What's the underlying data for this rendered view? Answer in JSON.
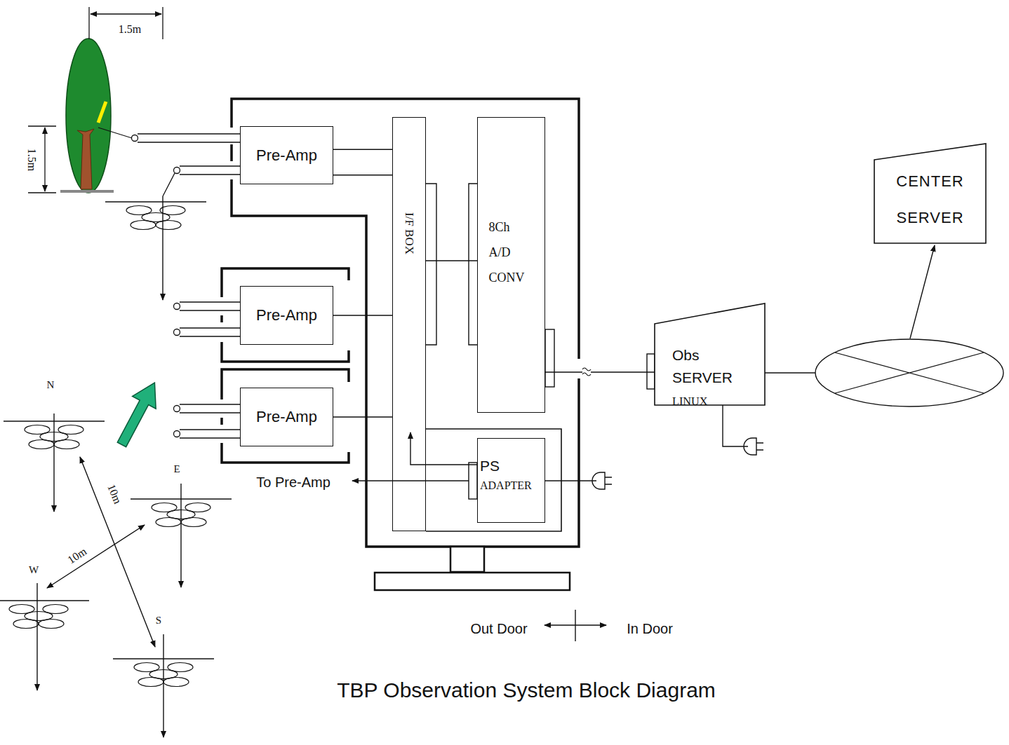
{
  "diagram": {
    "title": "TBP Observation System Block Diagram",
    "nodes": [
      {
        "text": [
          "Pre-Amp"
        ]
      },
      {
        "text": [
          "Pre-Amp"
        ]
      },
      {
        "text": [
          "Pre-Amp"
        ]
      },
      {
        "text": [
          "I/F BOX"
        ]
      },
      {
        "text": [
          "8Ch A/D CONV"
        ]
      },
      {
        "text": [
          "PS",
          "ADAPTER"
        ]
      },
      {
        "text": [
          "Obs SERVER",
          "LINUX"
        ]
      },
      {
        "text": [
          "CENTER SERVER"
        ]
      }
    ],
    "edges": [
      {
        "from": 0,
        "to": 3,
        "arrow": "none"
      },
      {
        "from": 1,
        "to": 3,
        "arrow": "none"
      },
      {
        "from": 2,
        "to": 3,
        "arrow": "none"
      },
      {
        "from": 3,
        "to": 4,
        "arrow": "none"
      },
      {
        "from": 4,
        "to": 6,
        "arrow": "none"
      },
      {
        "from": 5,
        "to": 3,
        "arrow": "to"
      }
    ],
    "labels": [
      "1.5m",
      "1.5m",
      "N",
      "E",
      "W",
      "S",
      "10m",
      "10m",
      "To Pre-Amp",
      "Out Door",
      "In Door"
    ]
  }
}
